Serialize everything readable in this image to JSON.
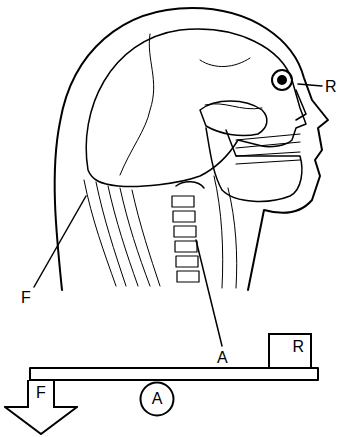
{
  "diagram": {
    "nodes": [
      {
        "text": [
          "R"
        ]
      },
      {
        "text": [
          "F"
        ]
      },
      {
        "text": [
          "A"
        ]
      }
    ],
    "labels": [
      "F",
      "A",
      "R"
    ]
  }
}
